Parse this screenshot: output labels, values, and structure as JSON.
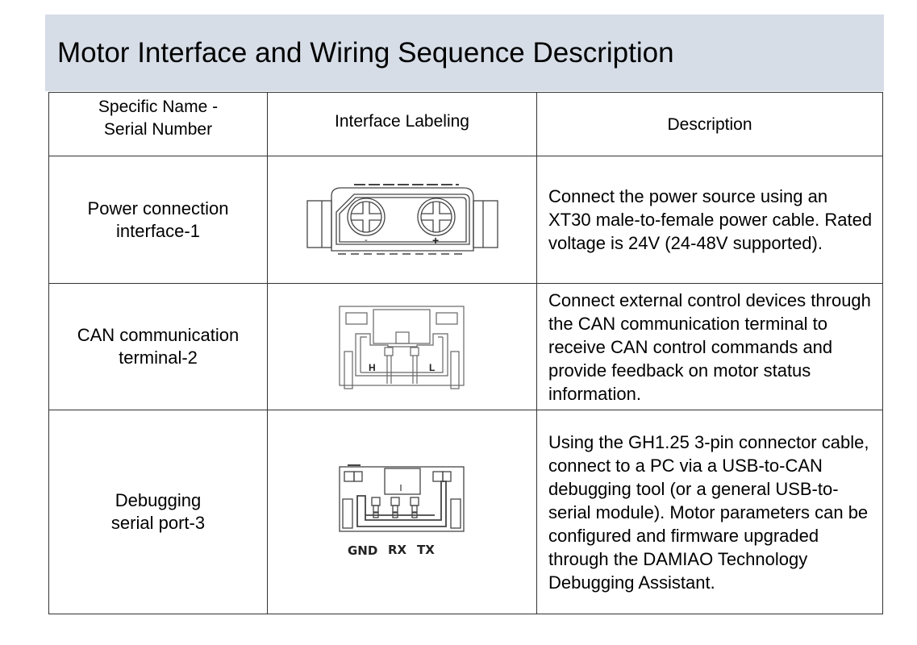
{
  "title": "Motor Interface and Wiring Sequence Description",
  "table": {
    "headers": [
      {
        "line1": "Specific Name -",
        "line2": "Serial Number"
      },
      "Interface Labeling",
      "Description"
    ],
    "rows": [
      {
        "name_line1": "Power connection",
        "name_line2": "interface-1",
        "figure": "xt30-connector-drawing",
        "figure_labels": [
          "-",
          "+"
        ],
        "description": "Connect the power source using an XT30 male-to-female power cable. Rated voltage is 24V (24-48V supported)."
      },
      {
        "name_line1": "CAN communication",
        "name_line2": "terminal-2",
        "figure": "can-terminal-drawing",
        "figure_labels": [
          "H",
          "L"
        ],
        "description": "Connect external control devices through the CAN communication terminal to receive CAN control commands and provide feedback on motor status information."
      },
      {
        "name_line1": "Debugging",
        "name_line2": "serial port-3",
        "figure": "gh125-serial-connector-drawing",
        "figure_labels": [
          "GND",
          "RX",
          "TX"
        ],
        "description": "Using the GH1.25 3-pin connector cable, connect to a PC via a USB-to-CAN debugging tool (or a general USB-to-serial module). Motor parameters can be configured and firmware upgraded through the DAMIAO Technology Debugging Assistant."
      }
    ]
  }
}
